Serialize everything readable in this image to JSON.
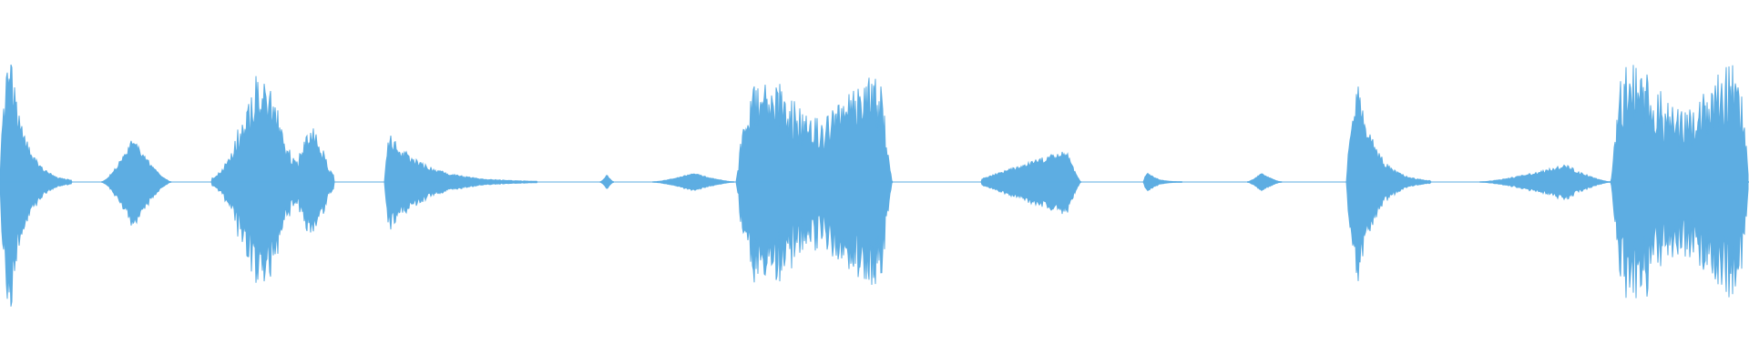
{
  "waveform": {
    "color": "#5dade2",
    "background": "#ffffff",
    "duration_fraction_note_free": true,
    "segments": [
      {
        "start": 0.0,
        "end": 0.041,
        "amp": 0.76,
        "shape": "attack-decay",
        "peak_pos": 0.14,
        "noise": 0.35
      },
      {
        "start": 0.058,
        "end": 0.098,
        "amp": 0.25,
        "shape": "swell",
        "peak_pos": 0.45,
        "noise": 0.25
      },
      {
        "start": 0.121,
        "end": 0.191,
        "amp": 0.6,
        "shape": "double",
        "peak_pos": 0.6,
        "noise": 0.45
      },
      {
        "start": 0.22,
        "end": 0.307,
        "amp": 0.27,
        "shape": "attack-decay",
        "peak_pos": 0.03,
        "noise": 0.35
      },
      {
        "start": 0.343,
        "end": 0.351,
        "amp": 0.04,
        "shape": "swell",
        "peak_pos": 0.5,
        "noise": 0.2
      },
      {
        "start": 0.373,
        "end": 0.42,
        "amp": 0.05,
        "shape": "swell",
        "peak_pos": 0.5,
        "noise": 0.2
      },
      {
        "start": 0.421,
        "end": 0.51,
        "amp": 0.59,
        "shape": "plateau",
        "peak_pos": 0.5,
        "noise": 0.55
      },
      {
        "start": 0.561,
        "end": 0.618,
        "amp": 0.18,
        "shape": "ramp-up",
        "peak_pos": 0.85,
        "noise": 0.25
      },
      {
        "start": 0.654,
        "end": 0.676,
        "amp": 0.06,
        "shape": "attack-decay",
        "peak_pos": 0.1,
        "noise": 0.25
      },
      {
        "start": 0.713,
        "end": 0.733,
        "amp": 0.05,
        "shape": "swell",
        "peak_pos": 0.4,
        "noise": 0.2
      },
      {
        "start": 0.77,
        "end": 0.818,
        "amp": 0.55,
        "shape": "attack-decay",
        "peak_pos": 0.14,
        "noise": 0.35
      },
      {
        "start": 0.846,
        "end": 0.921,
        "amp": 0.1,
        "shape": "swell",
        "peak_pos": 0.65,
        "noise": 0.3
      },
      {
        "start": 0.921,
        "end": 1.0,
        "amp": 0.66,
        "shape": "plateau",
        "peak_pos": 0.5,
        "noise": 0.55
      }
    ]
  }
}
